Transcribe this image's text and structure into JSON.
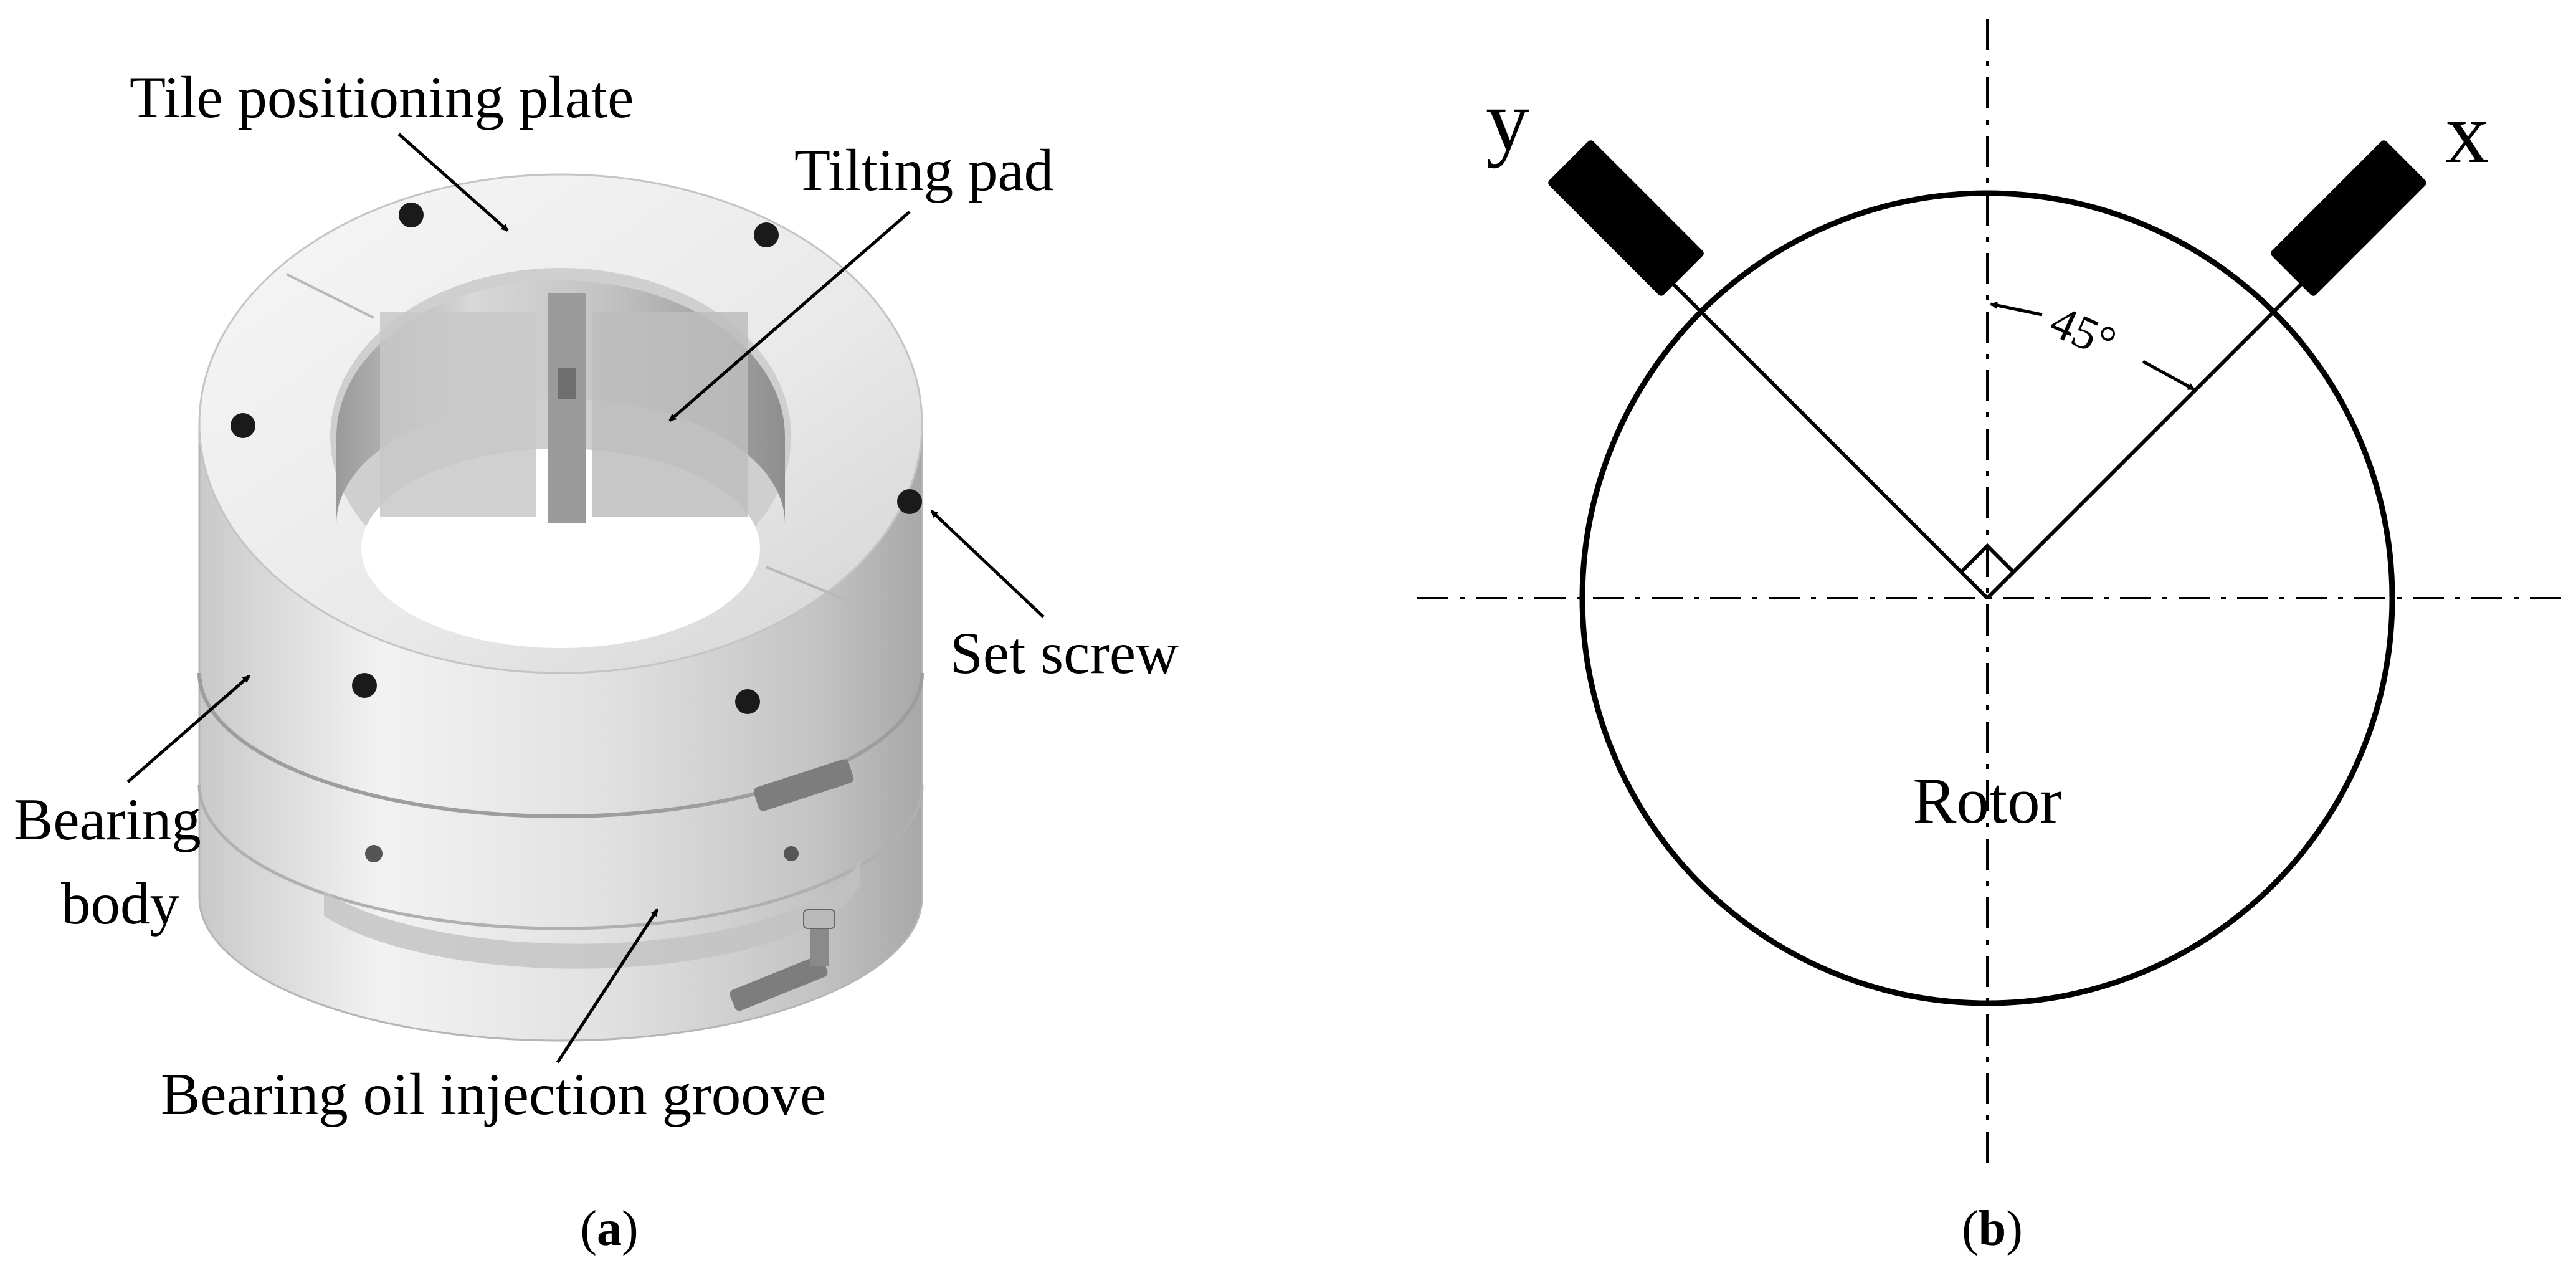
{
  "panel_a": {
    "labels": {
      "tile_positioning_plate": "Tile positioning plate",
      "tilting_pad": "Tilting pad",
      "set_screw": "Set screw",
      "bearing_body_line1": "Bearing",
      "bearing_body_line2": "body",
      "oil_injection_groove": "Bearing oil injection groove"
    },
    "caption_letter": "a",
    "colors": {
      "metal_light": "#eeeeee",
      "metal_mid": "#d6d6d6",
      "metal_dark": "#a9a9a9",
      "screw": "#1a1a1a"
    }
  },
  "panel_b": {
    "axis_y_label": "y",
    "axis_x_label": "x",
    "angle_label": "45°",
    "rotor_label": "Rotor",
    "caption_letter": "b",
    "colors": {
      "stroke": "#000000",
      "sensor": "#000000"
    }
  }
}
